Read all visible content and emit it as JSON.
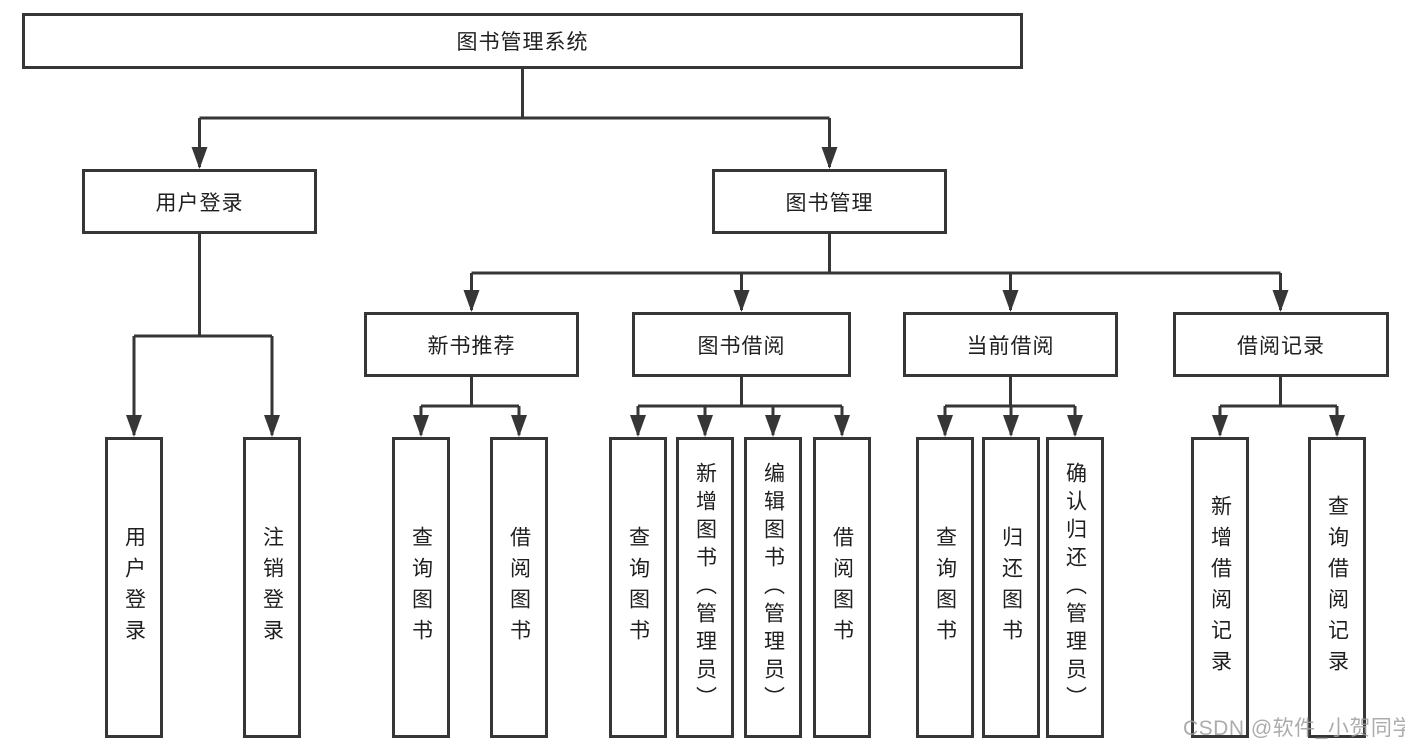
{
  "tree": {
    "root": "图书管理系统",
    "branches": [
      {
        "label": "用户登录",
        "children": [
          "用户登录",
          "注销登录"
        ]
      },
      {
        "label": "图书管理",
        "children": [
          {
            "label": "新书推荐",
            "children": [
              "查询图书",
              "借阅图书"
            ]
          },
          {
            "label": "图书借阅",
            "children": [
              "查询图书",
              "新增图书（管理员）",
              "编辑图书（管理员）",
              "借阅图书"
            ]
          },
          {
            "label": "当前借阅",
            "children": [
              "查询图书",
              "归还图书",
              "确认归还（管理员）"
            ]
          },
          {
            "label": "借阅记录",
            "children": [
              "新增借阅记录",
              "查询借阅记录"
            ]
          }
        ]
      }
    ]
  },
  "watermark": {
    "text": "CSDN @软件_小贺同学"
  },
  "colors": {
    "line": "#363636",
    "box_border": "#363636",
    "box_fill": "#ffffff",
    "text": "#1f1f1f",
    "watermark": "#9e9e9e"
  }
}
